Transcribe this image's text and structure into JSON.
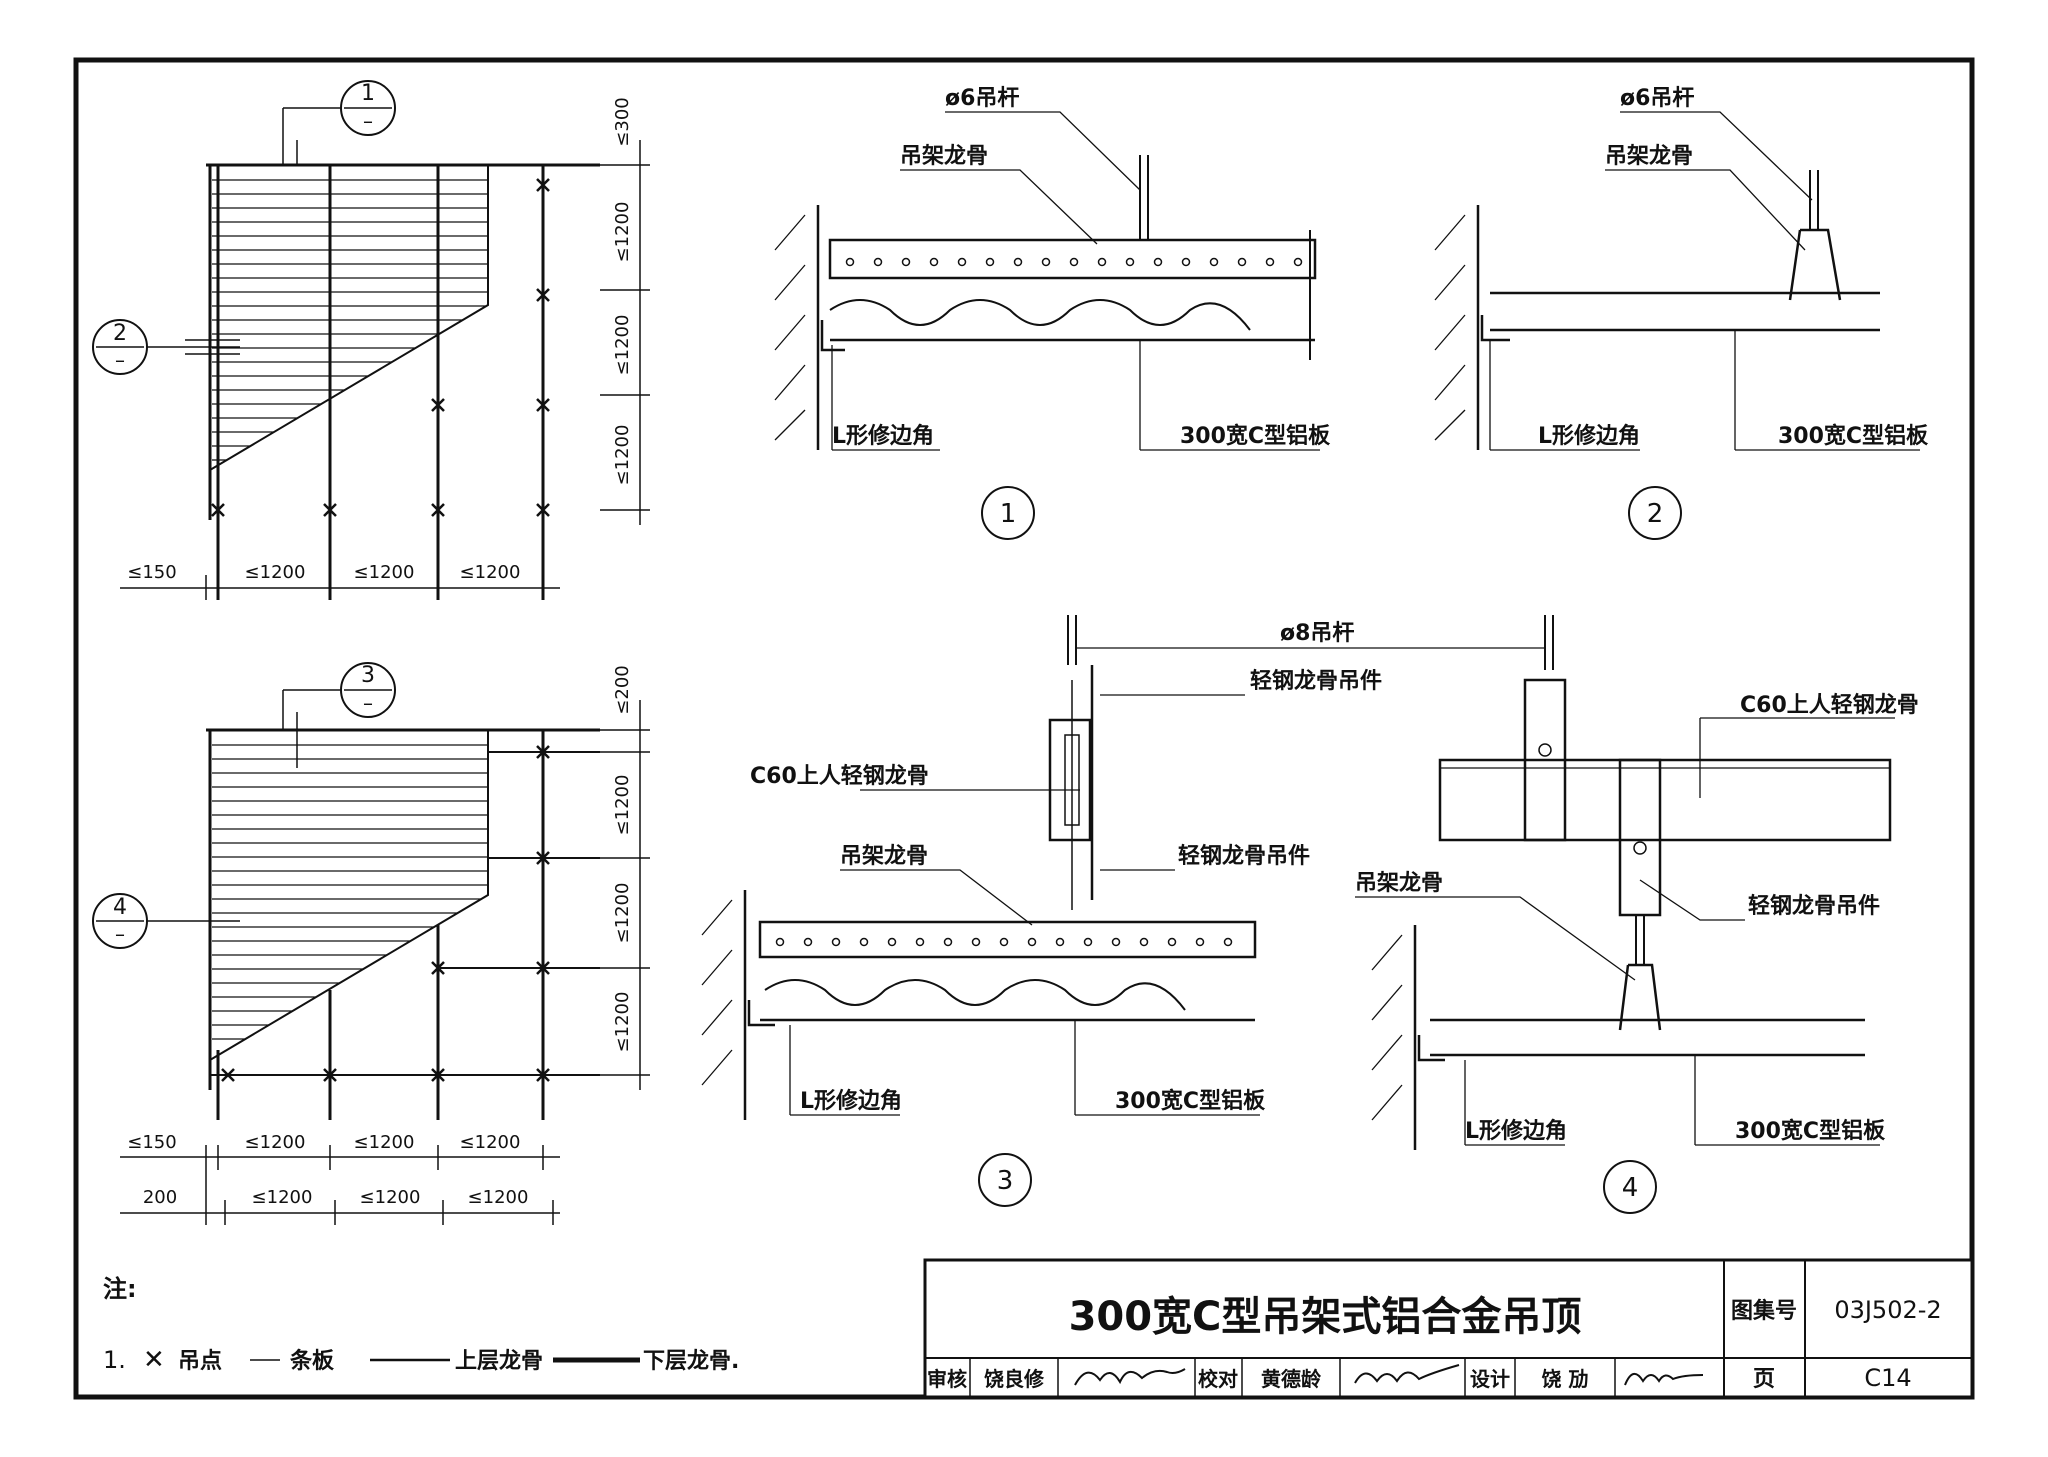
{
  "sheet": {
    "title": "300宽C型吊架式铝合金吊顶",
    "atlas_label": "图集号",
    "atlas_no": "03J502-2",
    "page_label": "页",
    "page_no": "C14",
    "approval": {
      "review_label": "审核",
      "reviewer": "饶良修",
      "check_label": "校对",
      "checker": "黄德龄",
      "design_label": "设计",
      "designer": "饶 劢"
    }
  },
  "notes": {
    "heading": "注:",
    "item_no": "1.",
    "legend": [
      {
        "symbol": "✕",
        "label": "吊点"
      },
      {
        "symbol": "line-thin",
        "label": "条板"
      },
      {
        "symbol": "line-medium",
        "label": "上层龙骨"
      },
      {
        "symbol": "line-thick",
        "label": "下层龙骨."
      }
    ]
  },
  "plan_top": {
    "section_mark_1": {
      "num": "1",
      "den": "–"
    },
    "section_mark_2": {
      "num": "2",
      "den": "–"
    },
    "dim_right": [
      "≤300",
      "≤1200",
      "≤1200",
      "≤1200"
    ],
    "dim_bottom": [
      "≤150",
      "≤1200",
      "≤1200",
      "≤1200"
    ]
  },
  "plan_bottom": {
    "section_mark_3": {
      "num": "3",
      "den": "–"
    },
    "section_mark_4": {
      "num": "4",
      "den": "–"
    },
    "dim_right": [
      "≤200",
      "≤1200",
      "≤1200",
      "≤1200"
    ],
    "dim_bottom_1": [
      "≤150",
      "≤1200",
      "≤1200",
      "≤1200"
    ],
    "dim_bottom_2": [
      "200",
      "≤1200",
      "≤1200",
      "≤1200"
    ]
  },
  "detail_1": {
    "num": "1",
    "rod": "ø6吊杆",
    "runner": "吊架龙骨",
    "edge": "L形修边角",
    "panel": "300宽C型铝板"
  },
  "detail_2": {
    "num": "2",
    "rod": "ø6吊杆",
    "runner": "吊架龙骨",
    "edge": "L形修边角",
    "panel": "300宽C型铝板"
  },
  "detail_3": {
    "num": "3",
    "rod": "ø8吊杆",
    "hanger": "轻钢龙骨吊件",
    "channel": "C60上人轻钢龙骨",
    "runner": "吊架龙骨",
    "hanger2": "轻钢龙骨吊件",
    "edge": "L形修边角",
    "panel": "300宽C型铝板"
  },
  "detail_4": {
    "num": "4",
    "channel": "C60上人轻钢龙骨",
    "runner": "吊架龙骨",
    "hanger": "轻钢龙骨吊件",
    "edge": "L形修边角",
    "panel": "300宽C型铝板"
  }
}
